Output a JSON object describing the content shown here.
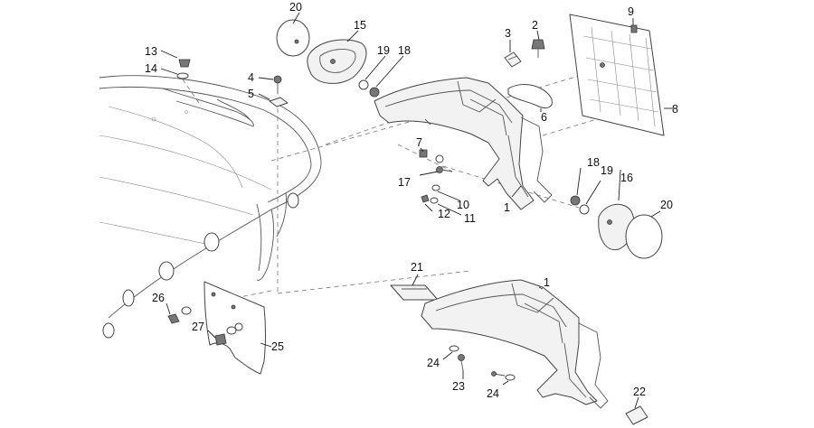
{
  "callouts": [
    {
      "id": "c20a",
      "text": "20"
    },
    {
      "id": "c15",
      "text": "15"
    },
    {
      "id": "c13",
      "text": "13"
    },
    {
      "id": "c14",
      "text": "14"
    },
    {
      "id": "c4",
      "text": "4"
    },
    {
      "id": "c5",
      "text": "5"
    },
    {
      "id": "c19a",
      "text": "19"
    },
    {
      "id": "c18a",
      "text": "18"
    },
    {
      "id": "c3",
      "text": "3"
    },
    {
      "id": "c2",
      "text": "2"
    },
    {
      "id": "c9",
      "text": "9"
    },
    {
      "id": "c8",
      "text": "8"
    },
    {
      "id": "c6",
      "text": "6"
    },
    {
      "id": "c7",
      "text": "7"
    },
    {
      "id": "c17",
      "text": "17"
    },
    {
      "id": "c10",
      "text": "10"
    },
    {
      "id": "c12",
      "text": "12"
    },
    {
      "id": "c11",
      "text": "11"
    },
    {
      "id": "c1a",
      "text": "1"
    },
    {
      "id": "c18b",
      "text": "18"
    },
    {
      "id": "c19b",
      "text": "19"
    },
    {
      "id": "c16",
      "text": "16"
    },
    {
      "id": "c20b",
      "text": "20"
    },
    {
      "id": "c21",
      "text": "21"
    },
    {
      "id": "c1b",
      "text": "1"
    },
    {
      "id": "c26",
      "text": "26"
    },
    {
      "id": "c27",
      "text": "27"
    },
    {
      "id": "c25",
      "text": "25"
    },
    {
      "id": "c24a",
      "text": "24"
    },
    {
      "id": "c23",
      "text": "23"
    },
    {
      "id": "c24b",
      "text": "24"
    },
    {
      "id": "c22",
      "text": "22"
    }
  ]
}
